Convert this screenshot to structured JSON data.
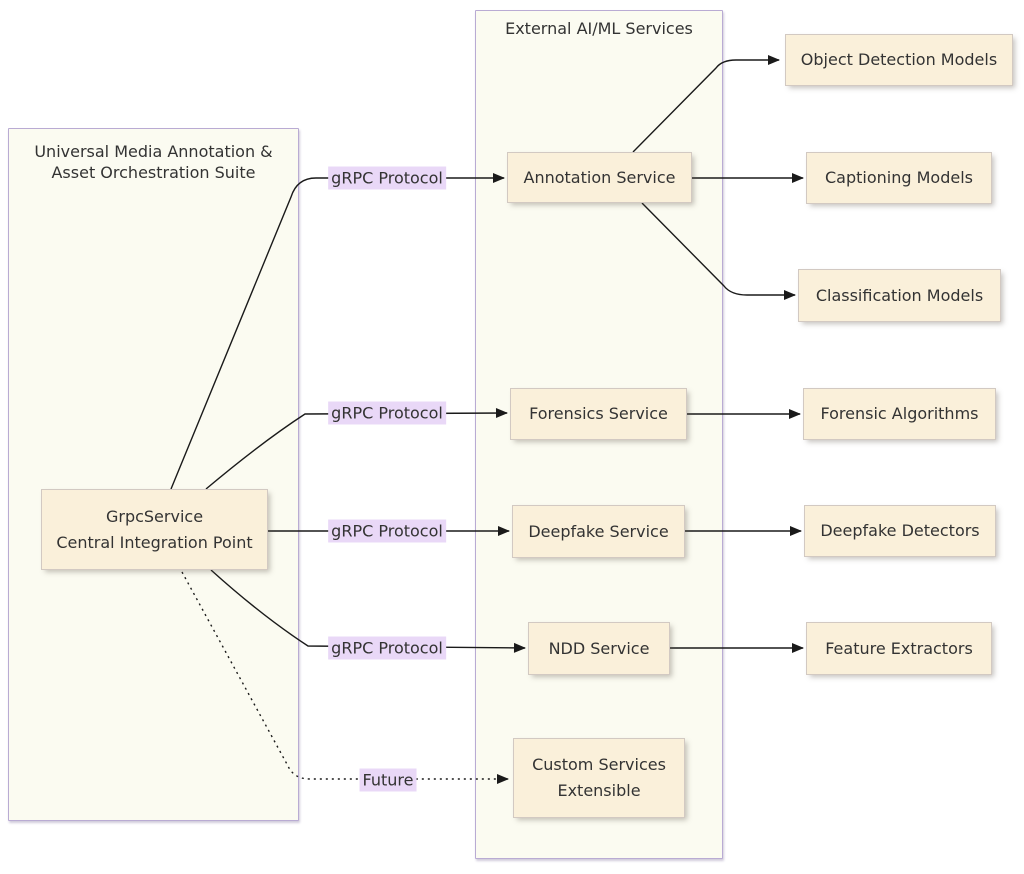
{
  "colors": {
    "cluster_fill": "#fbfbf1",
    "cluster_border": "#b9abd3",
    "node_fill": "#faf0da",
    "node_border": "#d2c9c2",
    "label_bg": "#e9d8f7",
    "edge": "#1a1a1a",
    "text": "#333333",
    "page_bg": "#ffffff"
  },
  "left_cluster": {
    "title_line1": "Universal Media Annotation &",
    "title_line2": "Asset Orchestration Suite"
  },
  "middle_cluster": {
    "title": "External AI/ML Services"
  },
  "nodes": {
    "grpc_service": {
      "line1": "GrpcService",
      "line2": "Central Integration Point"
    },
    "annotation_service": {
      "label": "Annotation Service"
    },
    "forensics_service": {
      "label": "Forensics Service"
    },
    "deepfake_service": {
      "label": "Deepfake Service"
    },
    "ndd_service": {
      "label": "NDD Service"
    },
    "custom_services": {
      "line1": "Custom Services",
      "line2": "Extensible"
    },
    "object_detection_models": {
      "label": "Object Detection Models"
    },
    "captioning_models": {
      "label": "Captioning Models"
    },
    "classification_models": {
      "label": "Classification Models"
    },
    "forensic_algorithms": {
      "label": "Forensic Algorithms"
    },
    "deepfake_detectors": {
      "label": "Deepfake Detectors"
    },
    "feature_extractors": {
      "label": "Feature Extractors"
    }
  },
  "edge_labels": {
    "grpc1": "gRPC Protocol",
    "grpc2": "gRPC Protocol",
    "grpc3": "gRPC Protocol",
    "grpc4": "gRPC Protocol",
    "future": "Future"
  }
}
